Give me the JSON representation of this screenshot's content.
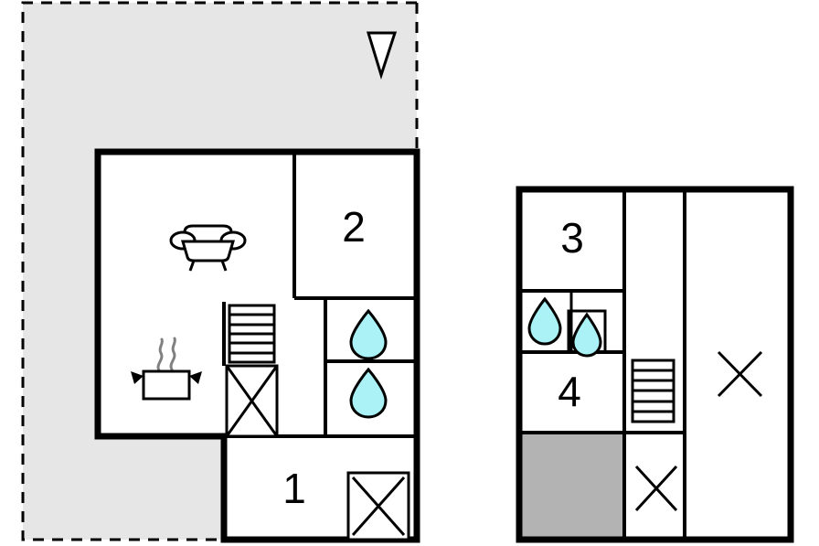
{
  "plan": {
    "title": "Holiday home floor plan",
    "background_color": "#ffffff",
    "wall_color": "#000000",
    "terrace_fill": "#e6e6e6",
    "balcony_fill": "#b3b3b3",
    "water_drop_fill": "#aaf2f5",
    "dashed_outline_color": "#000000",
    "levels": [
      {
        "name": "ground-floor",
        "rooms": [
          {
            "label": "2",
            "name": "bedroom-2"
          },
          {
            "label": "1",
            "name": "bedroom-1"
          }
        ],
        "icons": [
          {
            "name": "sofa-icon",
            "label": "sofa"
          },
          {
            "name": "cooking-pot-icon",
            "label": "kitchen"
          },
          {
            "name": "staircase-icon",
            "label": "stairs"
          },
          {
            "name": "water-drop-icon",
            "label": "bathroom"
          },
          {
            "name": "water-drop-icon",
            "label": "bathroom"
          },
          {
            "name": "cross-box-icon",
            "label": "closet"
          },
          {
            "name": "cross-box-icon",
            "label": "closet"
          },
          {
            "name": "north-arrow-icon",
            "label": "north"
          }
        ],
        "outdoor": [
          {
            "name": "terrace",
            "label": "terrace"
          }
        ]
      },
      {
        "name": "upper-floor",
        "rooms": [
          {
            "label": "3",
            "name": "bedroom-3"
          },
          {
            "label": "4",
            "name": "bedroom-4"
          }
        ],
        "icons": [
          {
            "name": "water-drop-icon",
            "label": "bathroom"
          },
          {
            "name": "water-drop-icon",
            "label": "toilet"
          },
          {
            "name": "staircase-icon",
            "label": "stairs"
          },
          {
            "name": "cross-box-icon",
            "label": "closet"
          },
          {
            "name": "cross-box-icon",
            "label": "closet"
          }
        ],
        "outdoor": [
          {
            "name": "balcony",
            "label": "balcony"
          }
        ]
      }
    ]
  },
  "labels": {
    "room_2": "2",
    "room_1": "1",
    "room_3": "3",
    "room_4": "4"
  }
}
